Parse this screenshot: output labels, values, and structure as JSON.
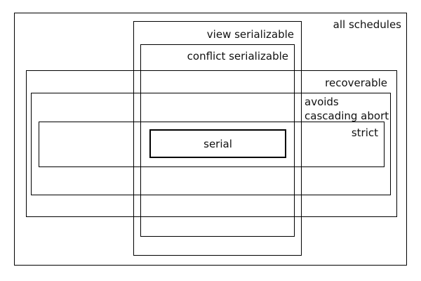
{
  "diagram": {
    "type": "nested-rectangle euler diagram of transaction schedule classes",
    "colors": {
      "background": "#ffffff",
      "border": "#000000",
      "text": "#111111"
    },
    "regions": {
      "all_schedules": {
        "label": "all schedules"
      },
      "view_serializable": {
        "label": "view serializable"
      },
      "conflict_serializable": {
        "label": "conflict serializable"
      },
      "recoverable": {
        "label": "recoverable"
      },
      "avoids_cascading_abort": {
        "label": "avoids cascading abort",
        "label_line1": "avoids",
        "label_line2": "cascading abort"
      },
      "strict": {
        "label": "strict"
      },
      "serial": {
        "label": "serial"
      }
    }
  }
}
